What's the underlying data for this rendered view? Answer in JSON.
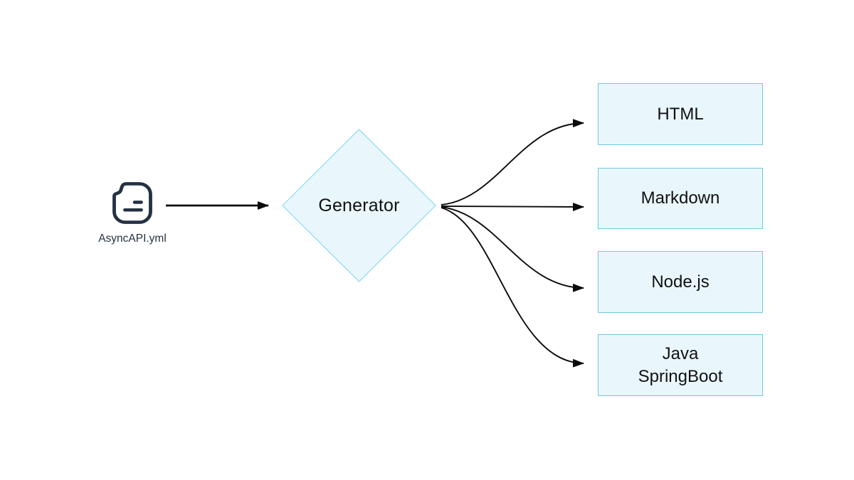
{
  "colors": {
    "node_fill": "#e9f7fd",
    "diamond_border": "#8ad9f2",
    "box_border": "#6fc8de",
    "arrow_color": "#0b0b0b",
    "icon_stroke": "#243143",
    "text_color": "#111111"
  },
  "source": {
    "icon": "file-document-icon",
    "label": "AsyncAPI.yml"
  },
  "generator": {
    "label": "Generator",
    "shape": "diamond"
  },
  "outputs": [
    {
      "label": "HTML"
    },
    {
      "label": "Markdown"
    },
    {
      "label": "Node.js"
    },
    {
      "label": "Java\nSpringBoot"
    }
  ]
}
